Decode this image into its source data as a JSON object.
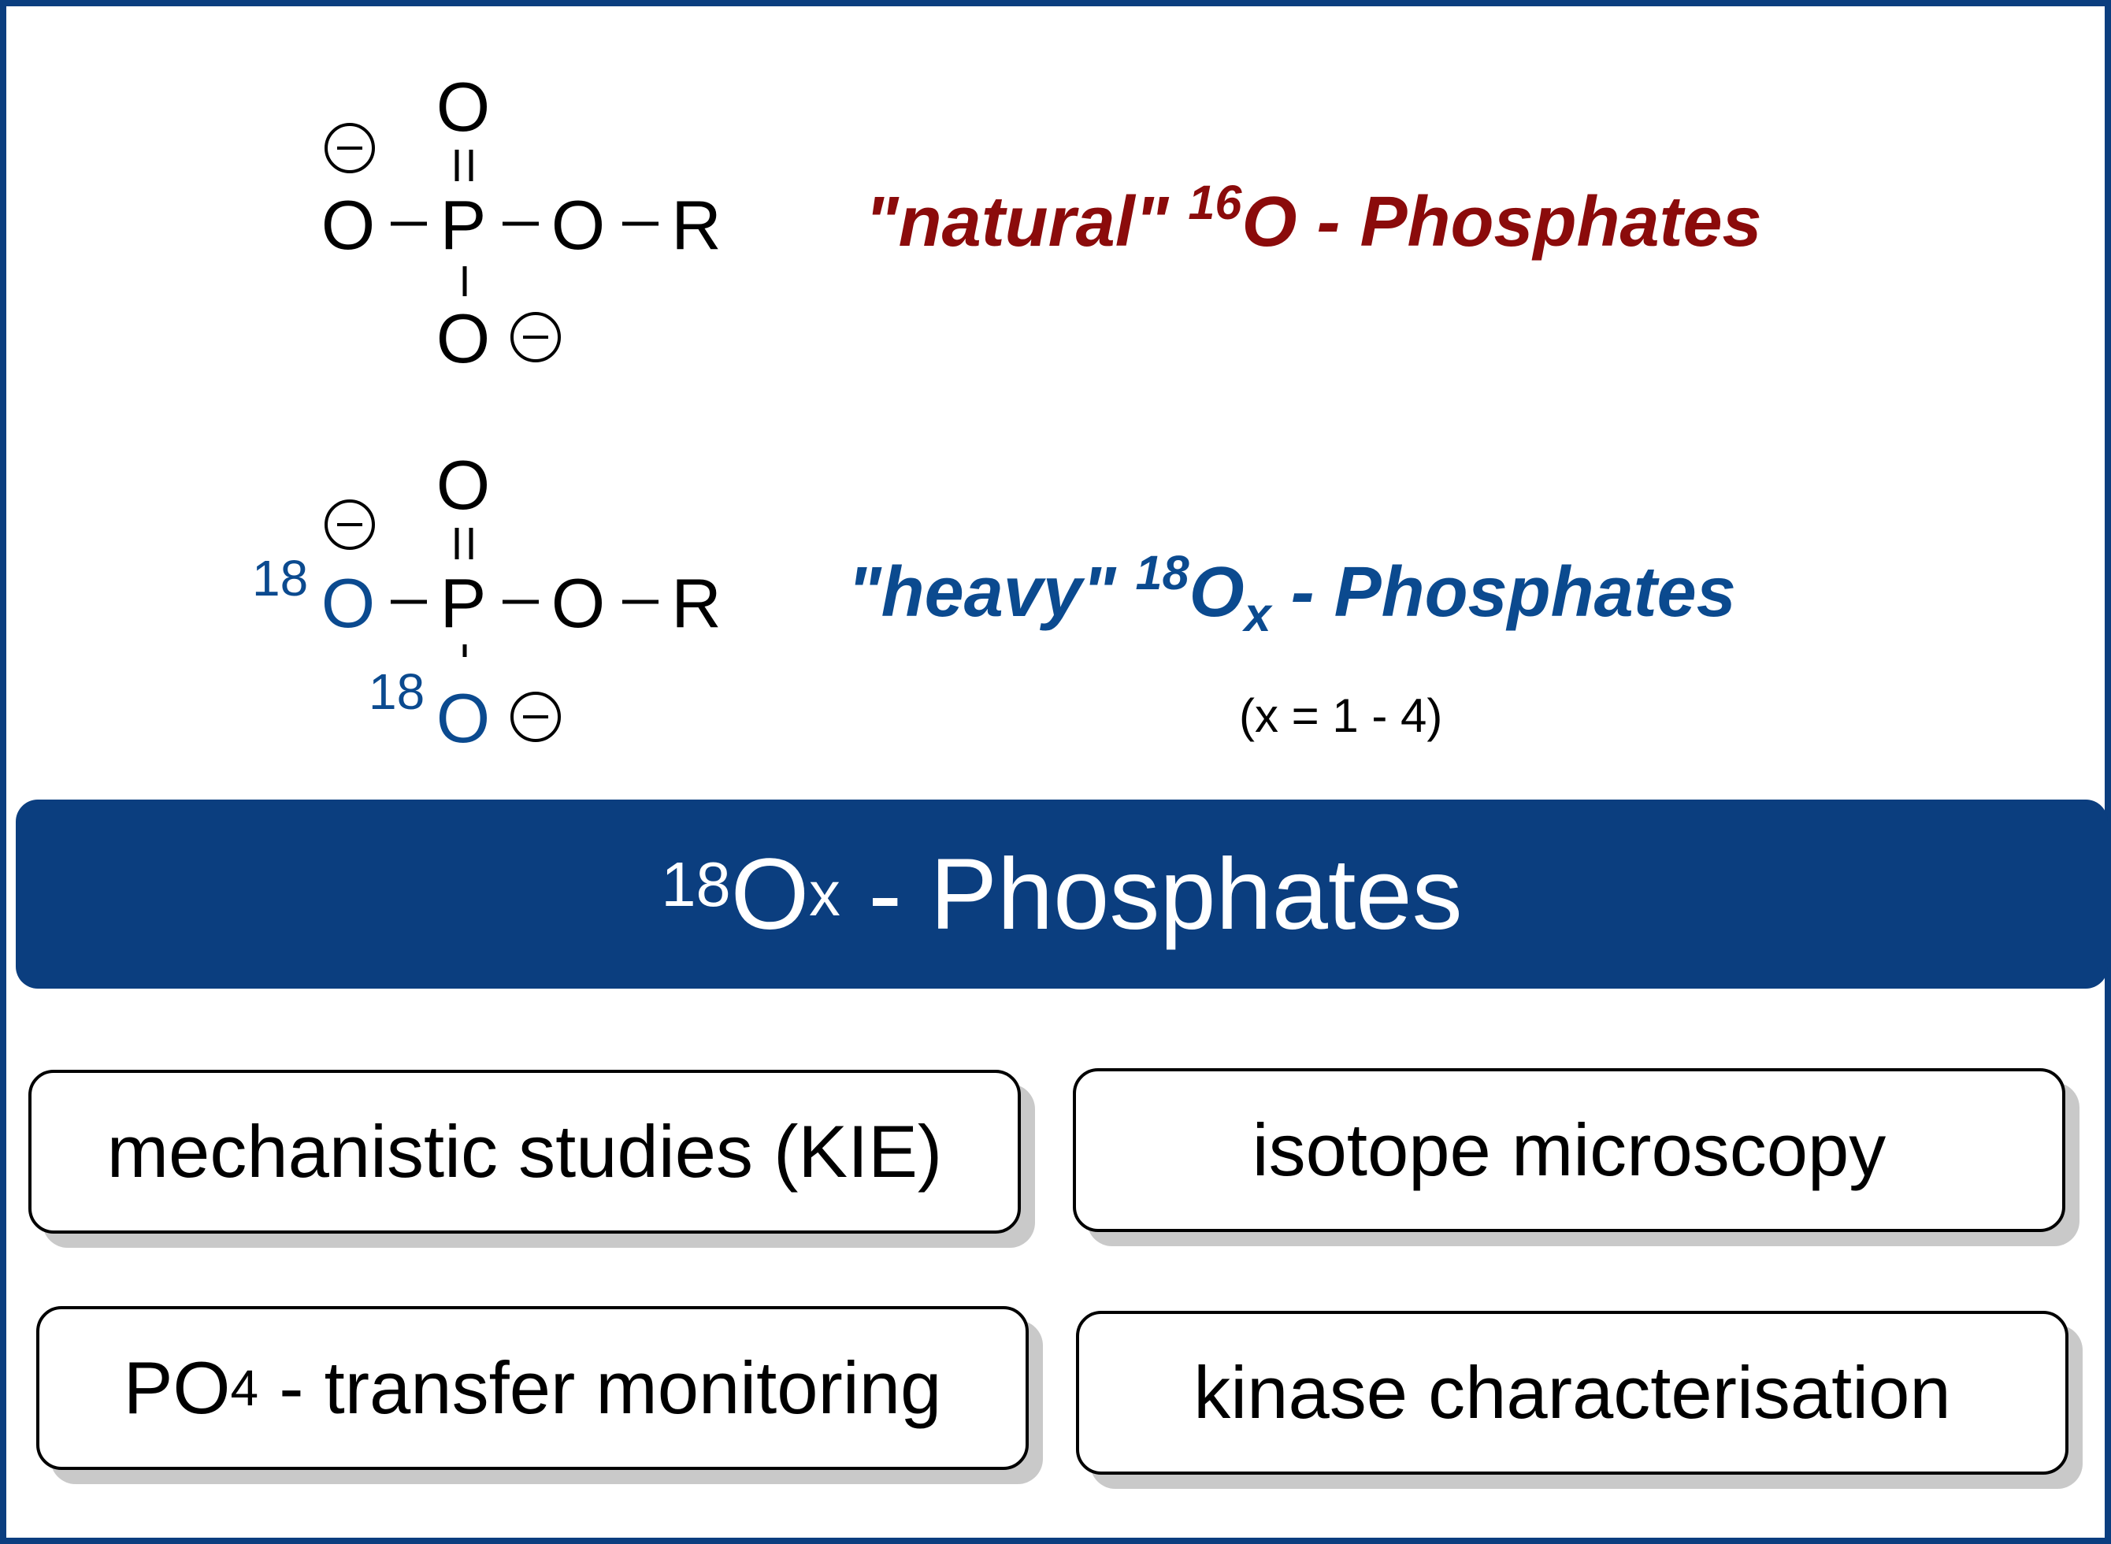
{
  "structures": {
    "natural": {
      "atoms": {
        "o_top": "O",
        "o_left": "O",
        "p": "P",
        "o_right": "O",
        "r": "R",
        "o_bottom": "O"
      }
    },
    "heavy": {
      "atoms": {
        "o_top": "O",
        "o_left": "O",
        "p": "P",
        "o_right": "O",
        "r": "R",
        "o_bottom": "O"
      },
      "isotope_left": "18",
      "isotope_bottom": "18"
    },
    "charge_symbol": "−"
  },
  "labels": {
    "natural": {
      "prefix": "\"natural\" ",
      "isotope": "16",
      "element": "O",
      "suffix": " - Phosphates"
    },
    "heavy": {
      "prefix": "\"heavy\" ",
      "isotope": "18",
      "element": "O",
      "subscript": "x",
      "suffix": " - Phosphates"
    },
    "x_range": "(x = 1 - 4)"
  },
  "banner": {
    "isotope": "18",
    "element": "O",
    "subscript": "x",
    "suffix": " - Phosphates"
  },
  "applications": {
    "box1": "mechanistic studies (KIE)",
    "box2": "isotope microscopy",
    "box3_prefix": "PO",
    "box3_sub": "4",
    "box3_suffix": " - transfer monitoring",
    "box4": "kinase characterisation"
  },
  "colors": {
    "frame": "#0b3e7f",
    "natural": "#8b0b0b",
    "heavy": "#0b4a8f",
    "banner_text": "#ffffff"
  }
}
